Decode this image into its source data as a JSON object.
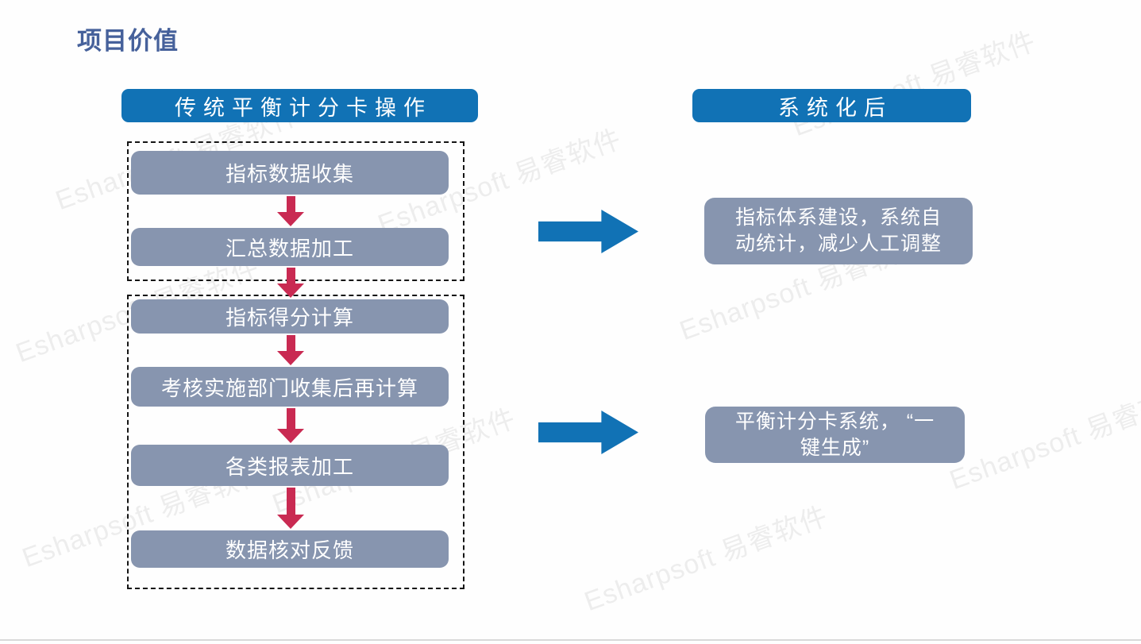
{
  "slide": {
    "title": "项目价值"
  },
  "left": {
    "header": "传统平衡计分卡操作",
    "steps": [
      "指标数据收集",
      "汇总数据加工",
      "指标得分计算",
      "考核实施部门收集后再计算",
      "各类报表加工",
      "数据核对反馈"
    ]
  },
  "right": {
    "header": "系统化后",
    "result1": {
      "line1": "指标体系建设，系统自",
      "line2": "动统计，减少人工调整"
    },
    "result2": {
      "line1": "平衡计分卡系统， “一",
      "line2": "键生成”"
    }
  },
  "watermark": {
    "text": "Esharpsoft 易睿软件"
  },
  "colors": {
    "header_blue": "#1172b5",
    "box_gray": "#8795af",
    "arrow_red": "#c92a52",
    "title_blue": "#46619b",
    "watermark_gray": "#ededed"
  }
}
